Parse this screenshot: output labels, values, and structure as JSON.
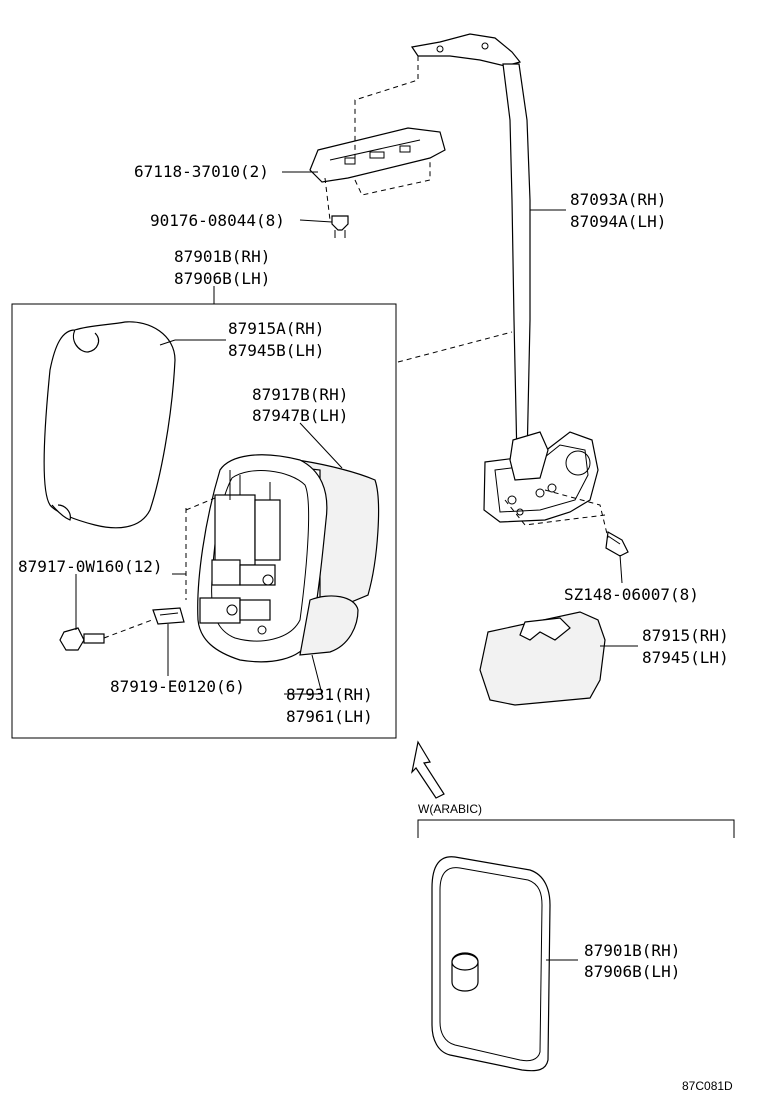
{
  "labels": {
    "bracket": "67118-37010(2)",
    "clip": "90176-08044(8)",
    "assy_rh": "87901B(RH)",
    "assy_lh": "87906B(LH)",
    "glass_rh": "87915A(RH)",
    "glass_lh": "87945B(LH)",
    "body_rh": "87917B(RH)",
    "body_lh": "87947B(LH)",
    "screw": "87917-0W160(12)",
    "nut": "87919-E0120(6)",
    "housing_rh": "87931(RH)",
    "housing_lh": "87961(LH)",
    "stay_rh": "87093A(RH)",
    "stay_lh": "87094A(LH)",
    "bolt": "SZ148-06007(8)",
    "cover_rh": "87915(RH)",
    "cover_lh": "87945(LH)",
    "variant": "W(ARABIC)",
    "alt_assy_rh": "87901B(RH)",
    "alt_assy_lh": "87906B(LH)",
    "diagram_code": "87C081D"
  }
}
